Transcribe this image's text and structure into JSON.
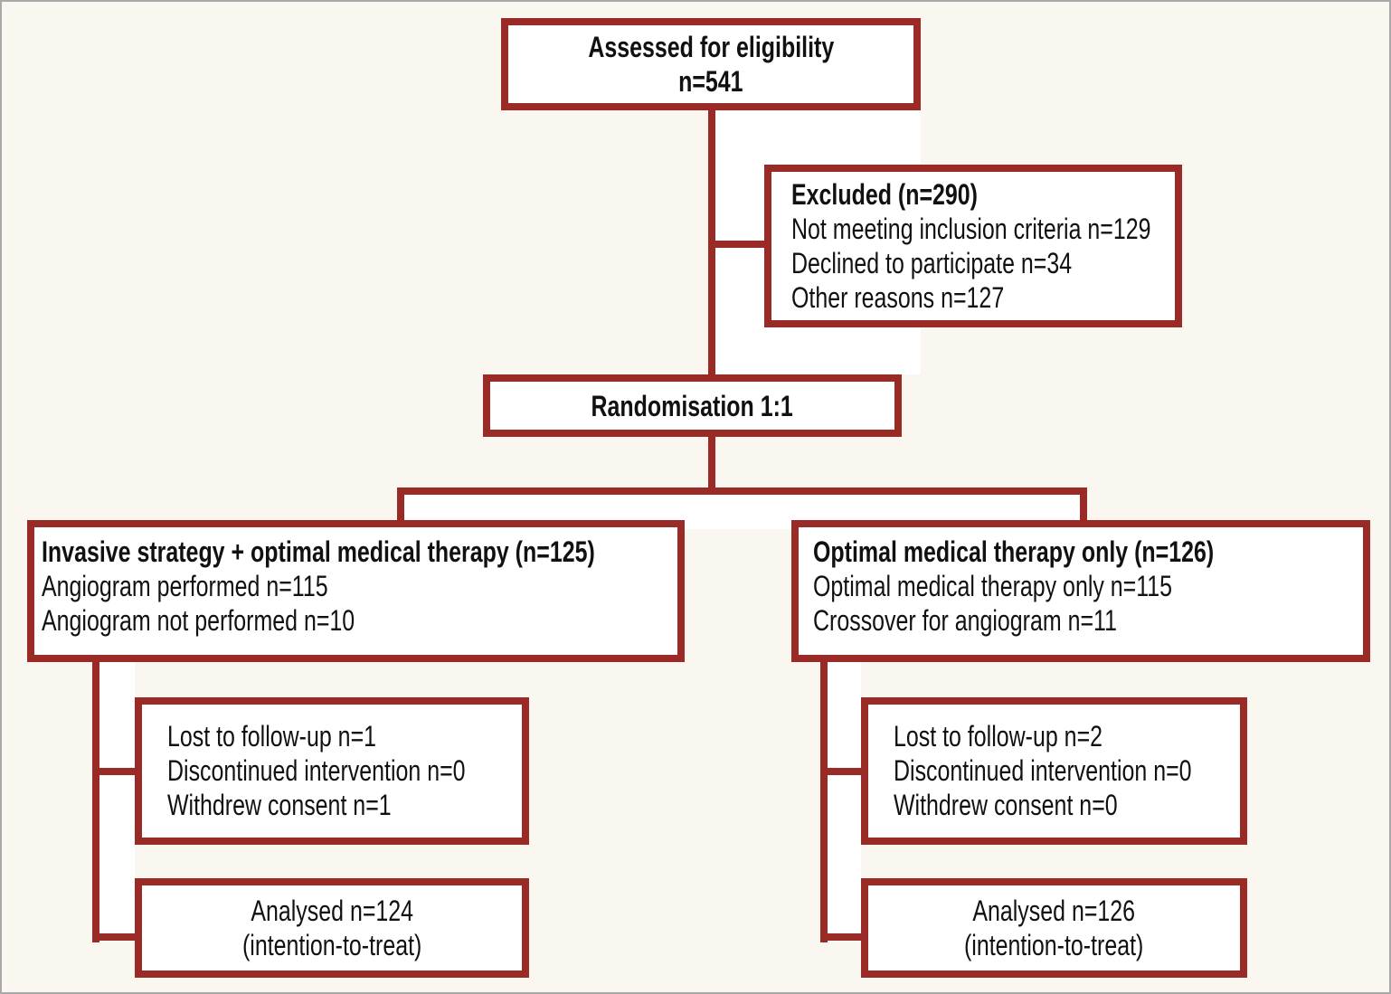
{
  "figure": {
    "type": "trial-flow-diagram",
    "colors": {
      "background": "#faf7f0",
      "box_fill": "#ffffff",
      "border_red": "#9a2a25",
      "text": "#111111",
      "outer_frame": "#a9a9a9"
    },
    "assessed": {
      "title": "Assessed for eligibility",
      "n": "n=541"
    },
    "excluded": {
      "title": "Excluded (n=290)",
      "items": [
        "Not meeting inclusion criteria n=129",
        "Declined to participate n=34",
        "Other reasons n=127"
      ]
    },
    "randomisation": {
      "title": "Randomisation 1:1"
    },
    "arm_invasive": {
      "title": "Invasive strategy + optimal medical therapy (n=125)",
      "items": [
        "Angiogram performed n=115",
        "Angiogram not performed n=10"
      ]
    },
    "arm_omt": {
      "title": "Optimal medical therapy only (n=126)",
      "items": [
        "Optimal medical therapy only n=115",
        "Crossover for angiogram n=11"
      ]
    },
    "followup_invasive": {
      "items": [
        "Lost to follow-up n=1",
        "Discontinued intervention n=0",
        "Withdrew consent n=1"
      ]
    },
    "followup_omt": {
      "items": [
        "Lost to follow-up n=2",
        "Discontinued intervention n=0",
        "Withdrew consent n=0"
      ]
    },
    "analysed_invasive": {
      "line1": "Analysed n=124",
      "line2": "(intention-to-treat)"
    },
    "analysed_omt": {
      "line1": "Analysed n=126",
      "line2": "(intention-to-treat)"
    }
  }
}
